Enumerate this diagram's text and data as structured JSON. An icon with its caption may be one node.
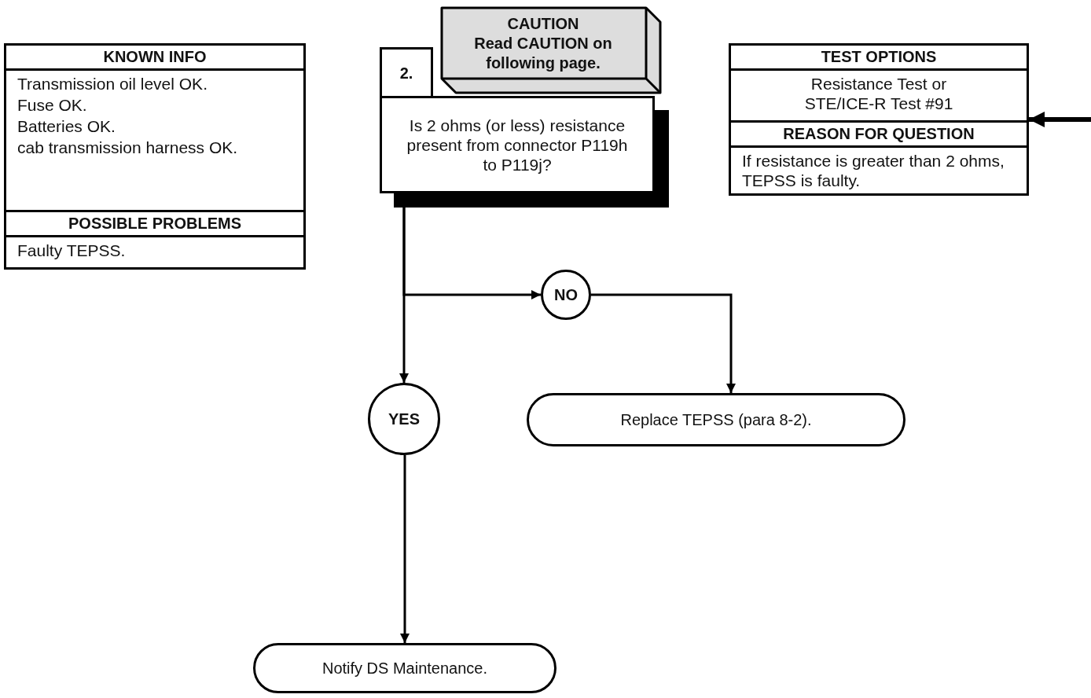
{
  "diagram": {
    "nodes": [
      {
        "text": [
          "KNOWN INFO",
          "Transmission oil level OK.",
          "Fuse OK.",
          "Batteries OK.",
          "cab transmission harness OK.",
          "POSSIBLE PROBLEMS",
          "Faulty TEPSS."
        ]
      },
      {
        "text": [
          "2."
        ]
      },
      {
        "text": [
          "CAUTION",
          "Read CAUTION on following page."
        ]
      },
      {
        "text": [
          "Is 2 ohms (or less) resistance present from connector P119h to P119j?"
        ]
      },
      {
        "text": [
          "TEST OPTIONS",
          "Resistance Test or STE/ICE-R Test #91",
          "REASON FOR QUESTION",
          "If resistance is greater than 2 ohms, TEPSS is faulty."
        ]
      },
      {
        "text": [
          "NO"
        ]
      },
      {
        "text": [
          "YES"
        ]
      },
      {
        "text": [
          "Replace TEPSS (para 8-2)."
        ]
      },
      {
        "text": [
          "Notify DS Maintenance."
        ]
      }
    ],
    "edges": [
      {
        "from": null,
        "to": 4,
        "arrow": "to",
        "style": "thick"
      },
      {
        "from": 3,
        "to": 6,
        "arrow": "to"
      },
      {
        "from": 3,
        "to": 5,
        "arrow": "to"
      },
      {
        "from": 5,
        "to": 7,
        "arrow": "to"
      },
      {
        "from": 6,
        "to": 8,
        "arrow": "to"
      }
    ]
  }
}
